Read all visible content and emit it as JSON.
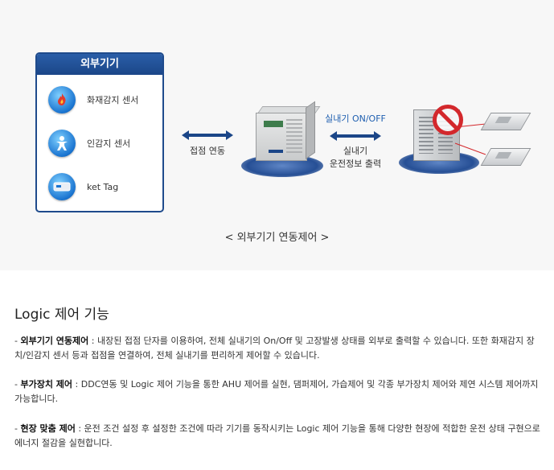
{
  "diagram": {
    "panel_title": "외부기기",
    "items": [
      {
        "label": "화재감지 센서",
        "icon": "fire-icon"
      },
      {
        "label": "인감지 센서",
        "icon": "person-icon"
      },
      {
        "label": "ket Tag",
        "icon": "card-icon"
      }
    ],
    "left_link_label": "접점 연동",
    "right_link_top_label": "실내기 ON/OFF",
    "right_link_bottom_label_1": "실내기",
    "right_link_bottom_label_2": "운전정보 출력",
    "caption": "< 외부기기 연동제어 >"
  },
  "section": {
    "title": "Logic 제어 기능",
    "paragraphs": [
      {
        "bold": "외부기기 연동제어",
        "text": " : 내장된 접점 단자를 이용하여, 전체 실내기의 On/Off 및 고장발생 상태를 외부로 출력할 수 있습니다. 또한 화재감지 장치/인감지 센서 등과 접점을 연결하여, 전체 실내기를 편리하게 제어할 수 있습니다."
      },
      {
        "bold": "부가장치 제어",
        "text": " : DDC연동 및 Logic 제어 기능을 통한 AHU 제어를 실현, 댐퍼제어, 가습제어 및 각종 부가장치 제어와 제연 시스템 제어까지 가능합니다."
      },
      {
        "bold": "현장 맞춤 제어",
        "text": " : 운전 조건 설정 후 설정한 조건에 따라 기기를 동작시키는 Logic 제어 기능을 통해 다양한 현장에 적합한 운전 상태 구현으로 에너지 절감을 실현합니다."
      }
    ],
    "dash": "- "
  },
  "colors": {
    "panel_border": "#1f4b8c",
    "accent_blue": "#1f5fb0",
    "no_sign_red": "#d3282c",
    "top_band": "#f7f7f7"
  }
}
